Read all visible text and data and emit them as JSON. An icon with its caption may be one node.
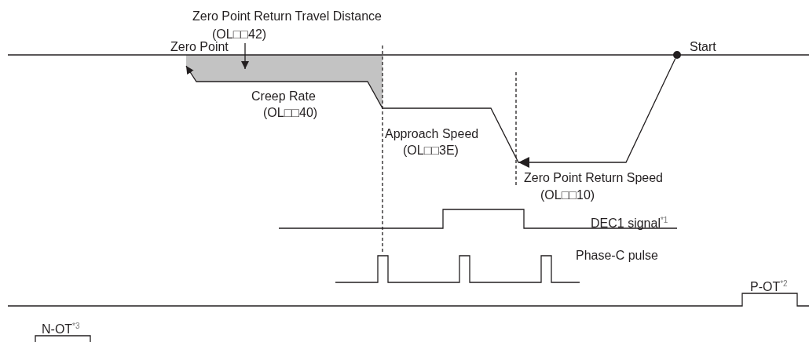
{
  "diagram": {
    "nodes": [
      {
        "text": [
          "Zero Point Return Travel Distance",
          "(OL□□42)"
        ]
      },
      {
        "text": [],
        "shape": "circle",
        "beside": [
          "Start"
        ]
      },
      {
        "text": [
          "Zero Point"
        ]
      },
      {
        "text": [],
        "shape": "area"
      }
    ],
    "edges": [
      {
        "from": 0,
        "to": 3,
        "arrow": "to"
      },
      {
        "from": 1,
        "to": 2,
        "arrow": "to"
      }
    ],
    "labels": [
      "Creep Rate",
      "(OL□□40)",
      "Approach Speed",
      "(OL□□3E)",
      "Zero Point Return Speed",
      "(OL□□10)",
      "DEC1 signal$^{*1}$",
      "Phase-C pulse",
      "P-OT$^{*2}$",
      "N-OT$^{*3}$"
    ]
  }
}
